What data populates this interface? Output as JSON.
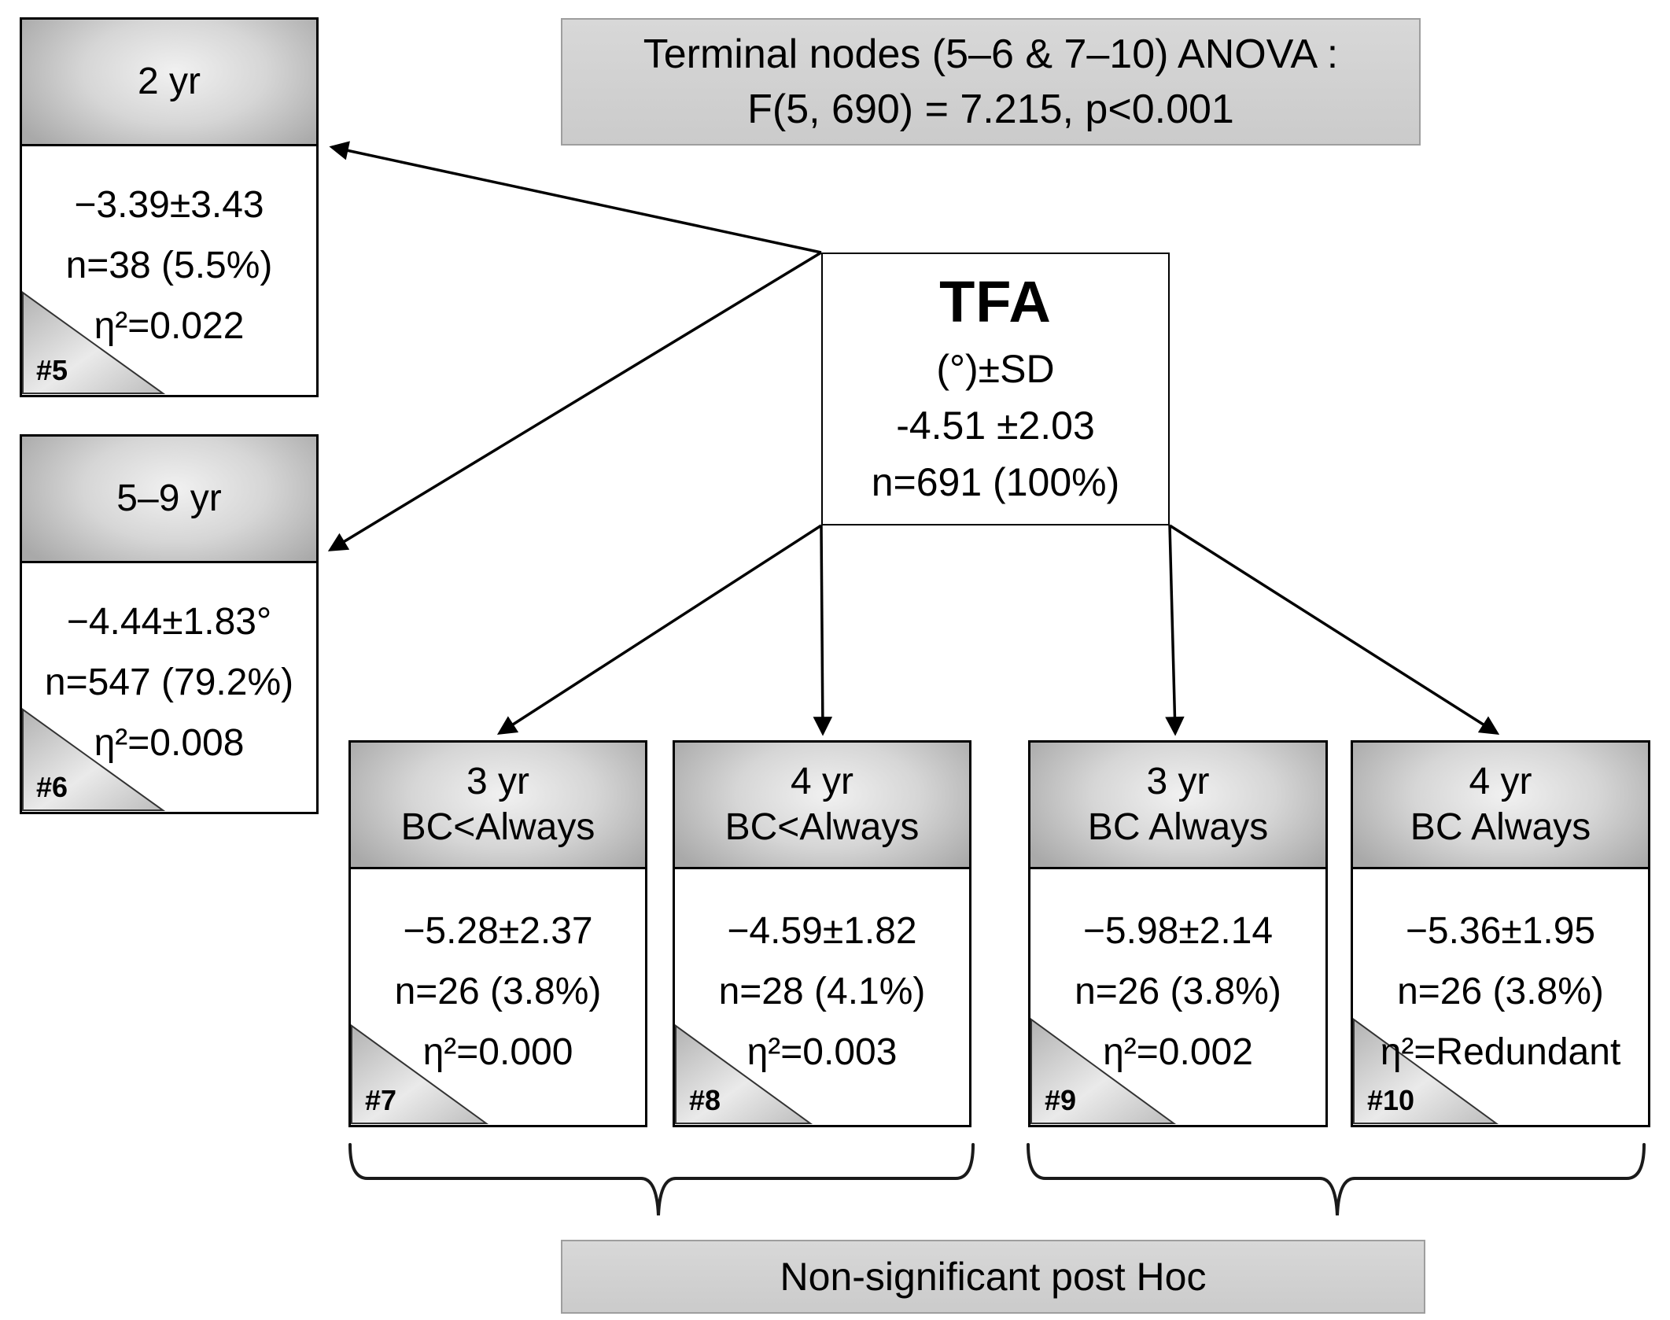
{
  "figure": {
    "type": "decision-tree-statistics",
    "title_box": {
      "line1": "Terminal nodes (5–6 & 7–10) ANOVA :",
      "line2": "F(5, 690) = 7.215, p<0.001"
    },
    "root": {
      "title": "TFA",
      "unit": "(°)±SD",
      "mean": "-4.51 ±2.03",
      "n": "n=691 (100%)"
    },
    "nodes": [
      {
        "id": "#5",
        "header": "2 yr",
        "header2": "",
        "mean": "−3.39±3.43",
        "n": "n=38 (5.5%)",
        "eta": "η²=0.022"
      },
      {
        "id": "#6",
        "header": "5–9 yr",
        "header2": "",
        "mean": "−4.44±1.83°",
        "n": "n=547 (79.2%)",
        "eta": "η²=0.008"
      },
      {
        "id": "#7",
        "header": "3 yr",
        "header2": "BC<Always",
        "mean": "−5.28±2.37",
        "n": "n=26 (3.8%)",
        "eta": "η²=0.000"
      },
      {
        "id": "#8",
        "header": "4 yr",
        "header2": "BC<Always",
        "mean": "−4.59±1.82",
        "n": "n=28 (4.1%)",
        "eta": "η²=0.003"
      },
      {
        "id": "#9",
        "header": "3 yr",
        "header2": "BC Always",
        "mean": "−5.98±2.14",
        "n": "n=26 (3.8%)",
        "eta": "η²=0.002"
      },
      {
        "id": "#10",
        "header": "4 yr",
        "header2": "BC Always",
        "mean": "−5.36±1.95",
        "n": "n=26 (3.8%)",
        "eta": "η²=Redundant"
      }
    ],
    "footer_box": {
      "label": "Non-significant post Hoc"
    },
    "colors": {
      "background": "#ffffff",
      "node_fill": "#ffffff",
      "node_border": "#000000",
      "header_gradient_center": "#f1f1f1",
      "header_gradient_edge": "#a9a9a9",
      "gray_box_fill": "#d2d2d2",
      "gray_box_border": "#9e9e9e",
      "text": "#000000"
    }
  }
}
